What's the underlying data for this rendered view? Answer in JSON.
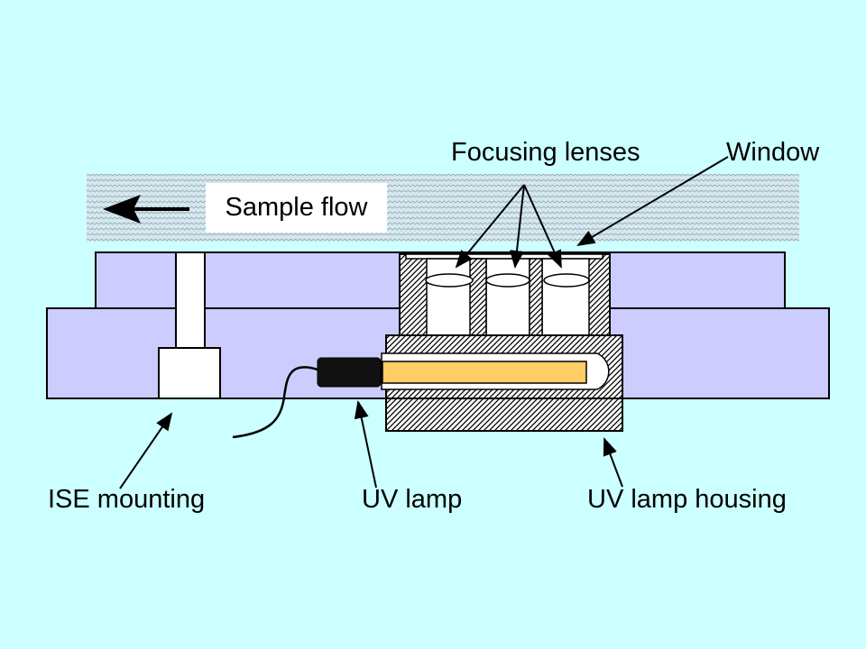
{
  "labels": {
    "sample_flow": "Sample flow",
    "focusing_lenses": "Focusing lenses",
    "window": "Window",
    "ise_mounting": "ISE mounting",
    "uv_lamp": "UV lamp",
    "uv_lamp_housing": "UV lamp housing"
  },
  "colors": {
    "background": "#ccffff",
    "body_block": "#ccccff",
    "flow_channel": "#ccdde8",
    "lamp_tube": "#ffcc66",
    "lamp_end_cap": "#111111",
    "outline": "#000000",
    "white": "#ffffff"
  },
  "icons": {
    "flow_arrow": "left-arrow-icon"
  }
}
